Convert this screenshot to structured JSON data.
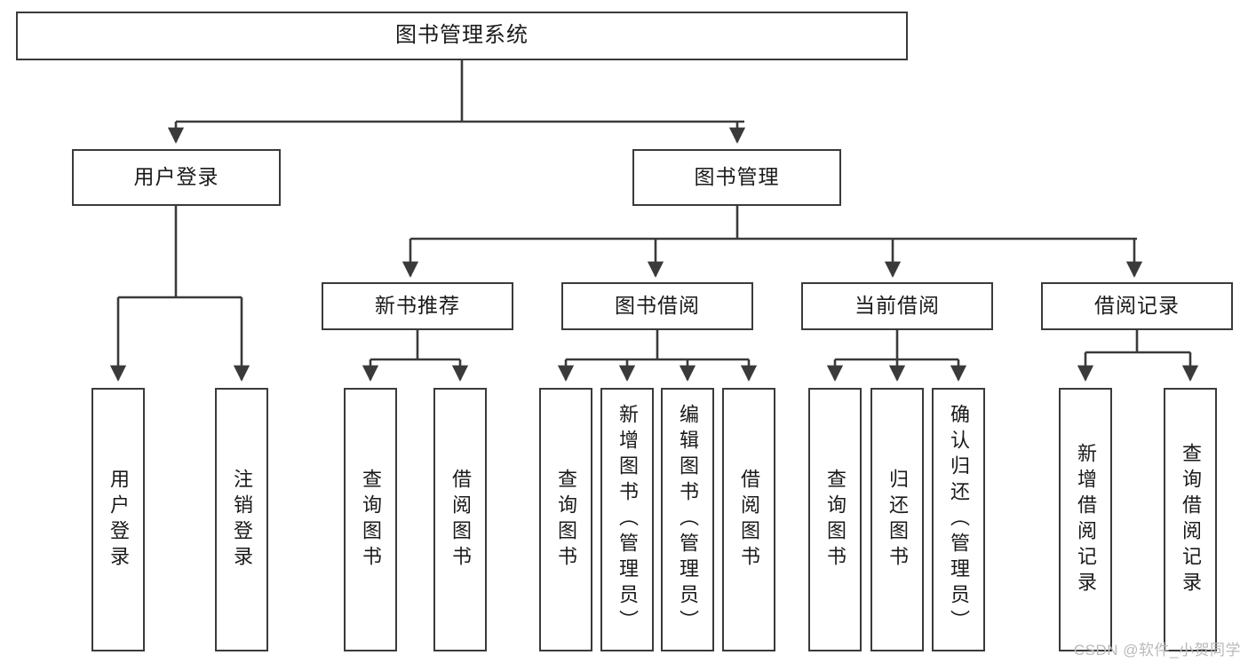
{
  "diagram": {
    "title": "图书管理系统",
    "type": "tree-hierarchy",
    "root": {
      "id": "root",
      "label": "图书管理系统"
    },
    "level2": [
      {
        "id": "user-login",
        "label": "用户登录"
      },
      {
        "id": "book-manage",
        "label": "图书管理"
      }
    ],
    "level3": [
      {
        "id": "new-book-rec",
        "label": "新书推荐",
        "parent": "book-manage"
      },
      {
        "id": "book-borrow",
        "label": "图书借阅",
        "parent": "book-manage"
      },
      {
        "id": "current-borrow",
        "label": "当前借阅",
        "parent": "book-manage"
      },
      {
        "id": "borrow-record",
        "label": "借阅记录",
        "parent": "book-manage"
      }
    ],
    "leaves": [
      {
        "id": "leaf-user-login",
        "label": "用户登录",
        "parent": "user-login"
      },
      {
        "id": "leaf-logout",
        "label": "注销登录",
        "parent": "user-login"
      },
      {
        "id": "leaf-query-book-1",
        "label": "查询图书",
        "parent": "new-book-rec"
      },
      {
        "id": "leaf-borrow-book-1",
        "label": "借阅图书",
        "parent": "new-book-rec"
      },
      {
        "id": "leaf-query-book-2",
        "label": "查询图书",
        "parent": "book-borrow"
      },
      {
        "id": "leaf-add-book",
        "label": "新增图书（管理员）",
        "parent": "book-borrow"
      },
      {
        "id": "leaf-edit-book",
        "label": "编辑图书（管理员）",
        "parent": "book-borrow"
      },
      {
        "id": "leaf-borrow-book-2",
        "label": "借阅图书",
        "parent": "book-borrow"
      },
      {
        "id": "leaf-query-book-3",
        "label": "查询图书",
        "parent": "current-borrow"
      },
      {
        "id": "leaf-return-book",
        "label": "归还图书",
        "parent": "current-borrow"
      },
      {
        "id": "leaf-confirm-return",
        "label": "确认归还（管理员）",
        "parent": "current-borrow"
      },
      {
        "id": "leaf-add-record",
        "label": "新增借阅记录",
        "parent": "borrow-record"
      },
      {
        "id": "leaf-query-record",
        "label": "查询借阅记录",
        "parent": "borrow-record"
      }
    ]
  },
  "watermark": {
    "text": "CSDN @软件_小贺同学"
  },
  "colors": {
    "stroke": "#3a3a3a",
    "background": "#ffffff",
    "text": "#1a1a1a",
    "watermark": "#b9b9b9"
  }
}
